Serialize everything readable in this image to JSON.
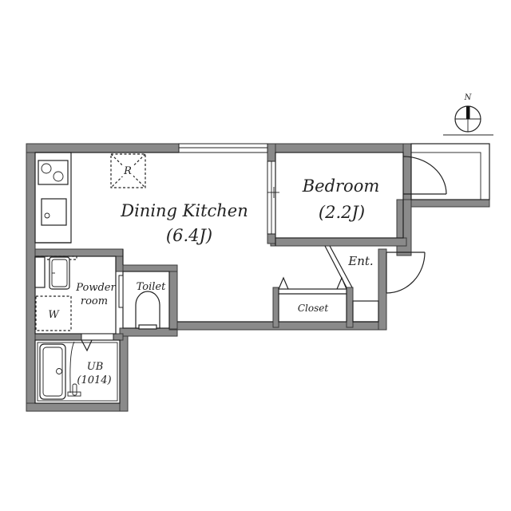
{
  "plan": {
    "compass": {
      "label": "N"
    },
    "rooms": {
      "dining_kitchen": {
        "name": "Dining Kitchen",
        "size": "(6.4J)"
      },
      "bedroom": {
        "name": "Bedroom",
        "size": "(2.2J)"
      },
      "entrance": {
        "name": "Ent."
      },
      "closet": {
        "name": "Closet"
      },
      "toilet": {
        "name": "Toilet"
      },
      "powder_room": {
        "name_line1": "Powder",
        "name_line2": "room"
      },
      "unit_bath": {
        "name": "UB",
        "size": "(1014)"
      }
    },
    "fixtures": {
      "refrigerator": {
        "label": "R"
      },
      "washer": {
        "label": "W"
      }
    },
    "colors": {
      "wall": "#8a8a8a",
      "line": "#222222",
      "background": "#ffffff"
    }
  }
}
